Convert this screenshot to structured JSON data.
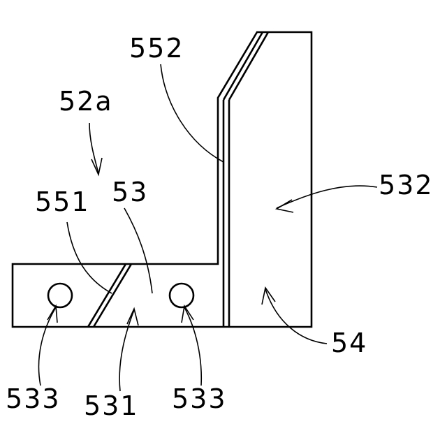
{
  "figure": {
    "labels": {
      "l552": "552",
      "l52a": "52a",
      "l532": "532",
      "l551": "551",
      "l53": "53",
      "l54": "54",
      "l533_left": "533",
      "l531": "531",
      "l533_right": "533"
    }
  }
}
